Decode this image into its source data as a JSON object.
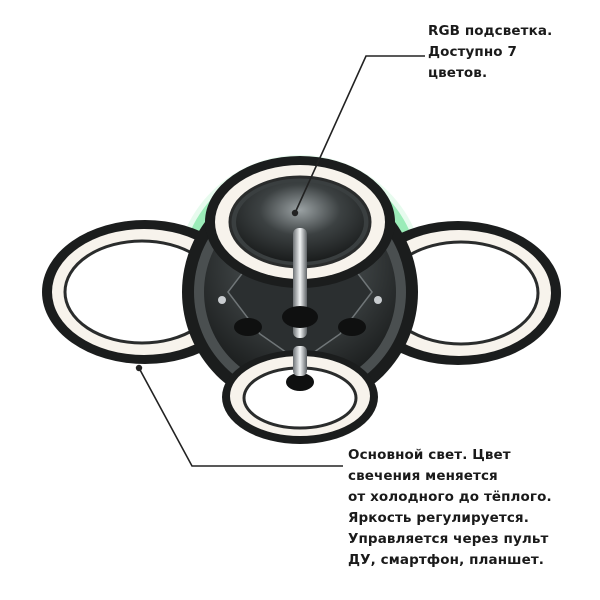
{
  "callouts": {
    "rgb": {
      "lines": [
        "RGB подсветка.",
        "Доступно 7",
        "цветов."
      ]
    },
    "main": {
      "lines": [
        "Основной свет. Цвет",
        "свечения меняется",
        "от холодного до тёплого.",
        "Яркость регулируется.",
        "Управляется через пульт",
        "ДУ, смартфон, планшет."
      ]
    }
  },
  "colors": {
    "text": "#1a1a1a",
    "leader": "#222222",
    "rgb_glow": "#7de6a4",
    "frame": "#1b1d1d",
    "diffuser": "#f7f3ec",
    "chrome": "#cfd3d6"
  }
}
